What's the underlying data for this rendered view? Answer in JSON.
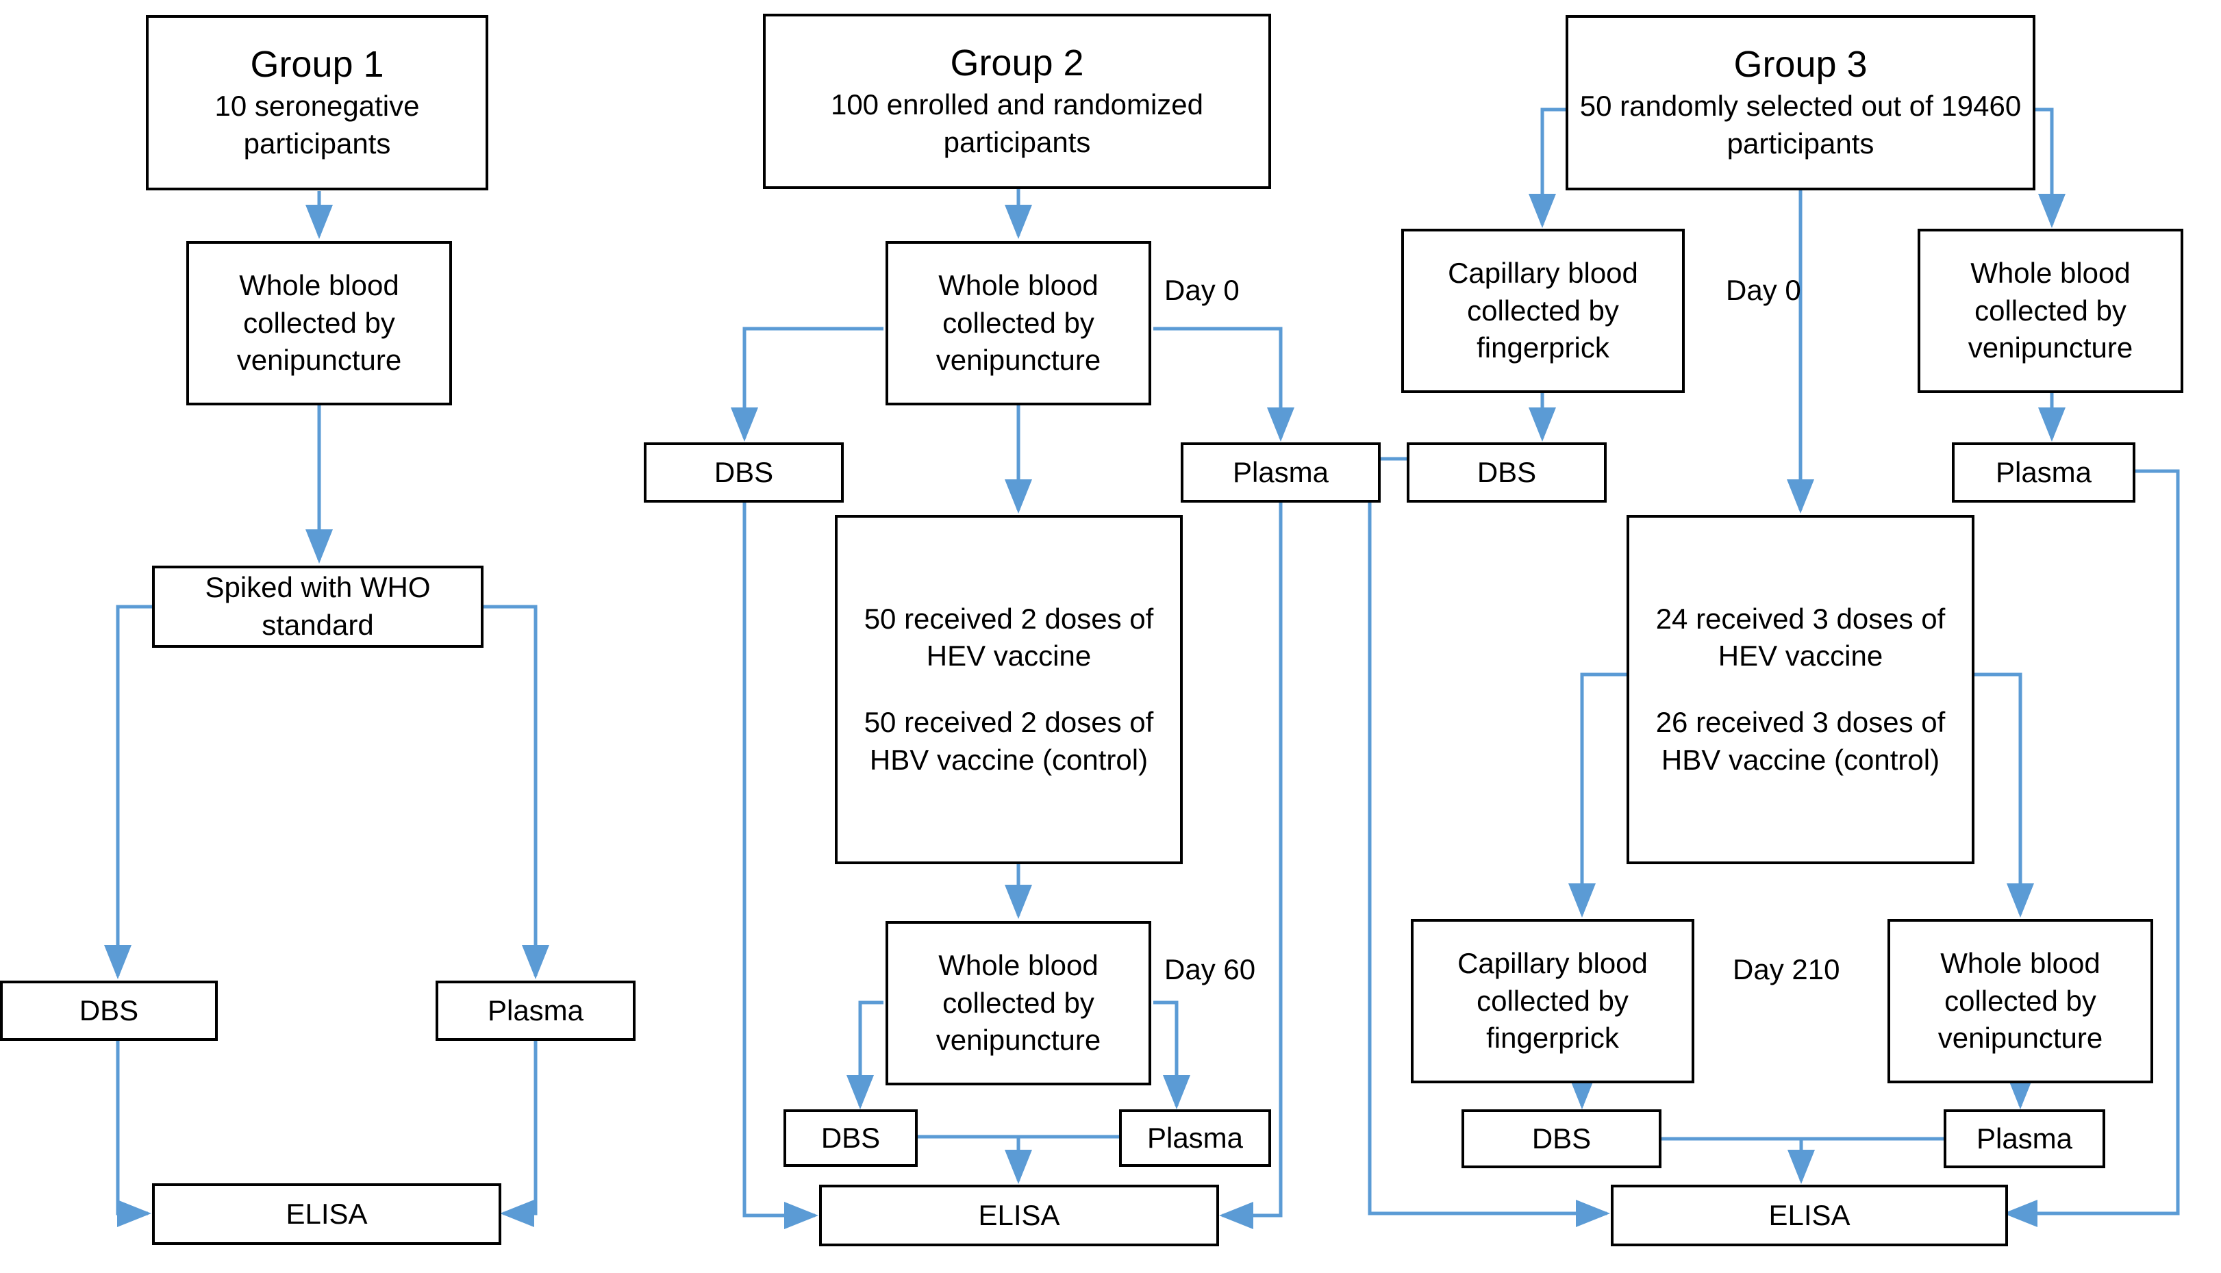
{
  "figure": {
    "type": "flowchart",
    "orientation": "three-column",
    "line_color": "#5B9BD5",
    "box_border_color": "#000000",
    "background": "#FFFFFF"
  },
  "groups": [
    {
      "id": "group1",
      "header": {
        "title": "Group 1",
        "subtitle": "10 seronegative participants"
      },
      "nodes": {
        "collect": "Whole blood collected by venipuncture",
        "spike": "Spiked with WHO standard",
        "dbs": "DBS",
        "plasma": "Plasma",
        "elisa": "ELISA"
      },
      "day_labels": []
    },
    {
      "id": "group2",
      "header": {
        "title": "Group 2",
        "subtitle": "100 enrolled and randomized participants"
      },
      "nodes": {
        "collect_d0": "Whole blood collected by venipuncture",
        "dbs_d0": "DBS",
        "plasma_d0": "Plasma",
        "vaccine_line1": "50 received 2 doses of HEV vaccine",
        "vaccine_line2": "50 received 2 doses of HBV vaccine (control)",
        "collect_d60": "Whole blood collected by venipuncture",
        "dbs_d60": "DBS",
        "plasma_d60": "Plasma",
        "elisa": "ELISA"
      },
      "day_labels": [
        "Day 0",
        "Day 60"
      ]
    },
    {
      "id": "group3",
      "header": {
        "title": "Group 3",
        "subtitle": "50 randomly selected out of 19460 participants"
      },
      "nodes": {
        "capillary_d0": "Capillary blood collected by fingerprick",
        "whole_d0": "Whole blood collected by venipuncture",
        "dbs_d0": "DBS",
        "plasma_d0": "Plasma",
        "vaccine_line1": "24 received 3 doses of HEV vaccine",
        "vaccine_line2": "26 received 3 doses of HBV vaccine (control)",
        "capillary_d210": "Capillary blood collected by fingerprick",
        "whole_d210": "Whole blood collected by venipuncture",
        "dbs_d210": "DBS",
        "plasma_d210": "Plasma",
        "elisa": "ELISA"
      },
      "day_labels": [
        "Day 0",
        "Day 210"
      ]
    }
  ]
}
